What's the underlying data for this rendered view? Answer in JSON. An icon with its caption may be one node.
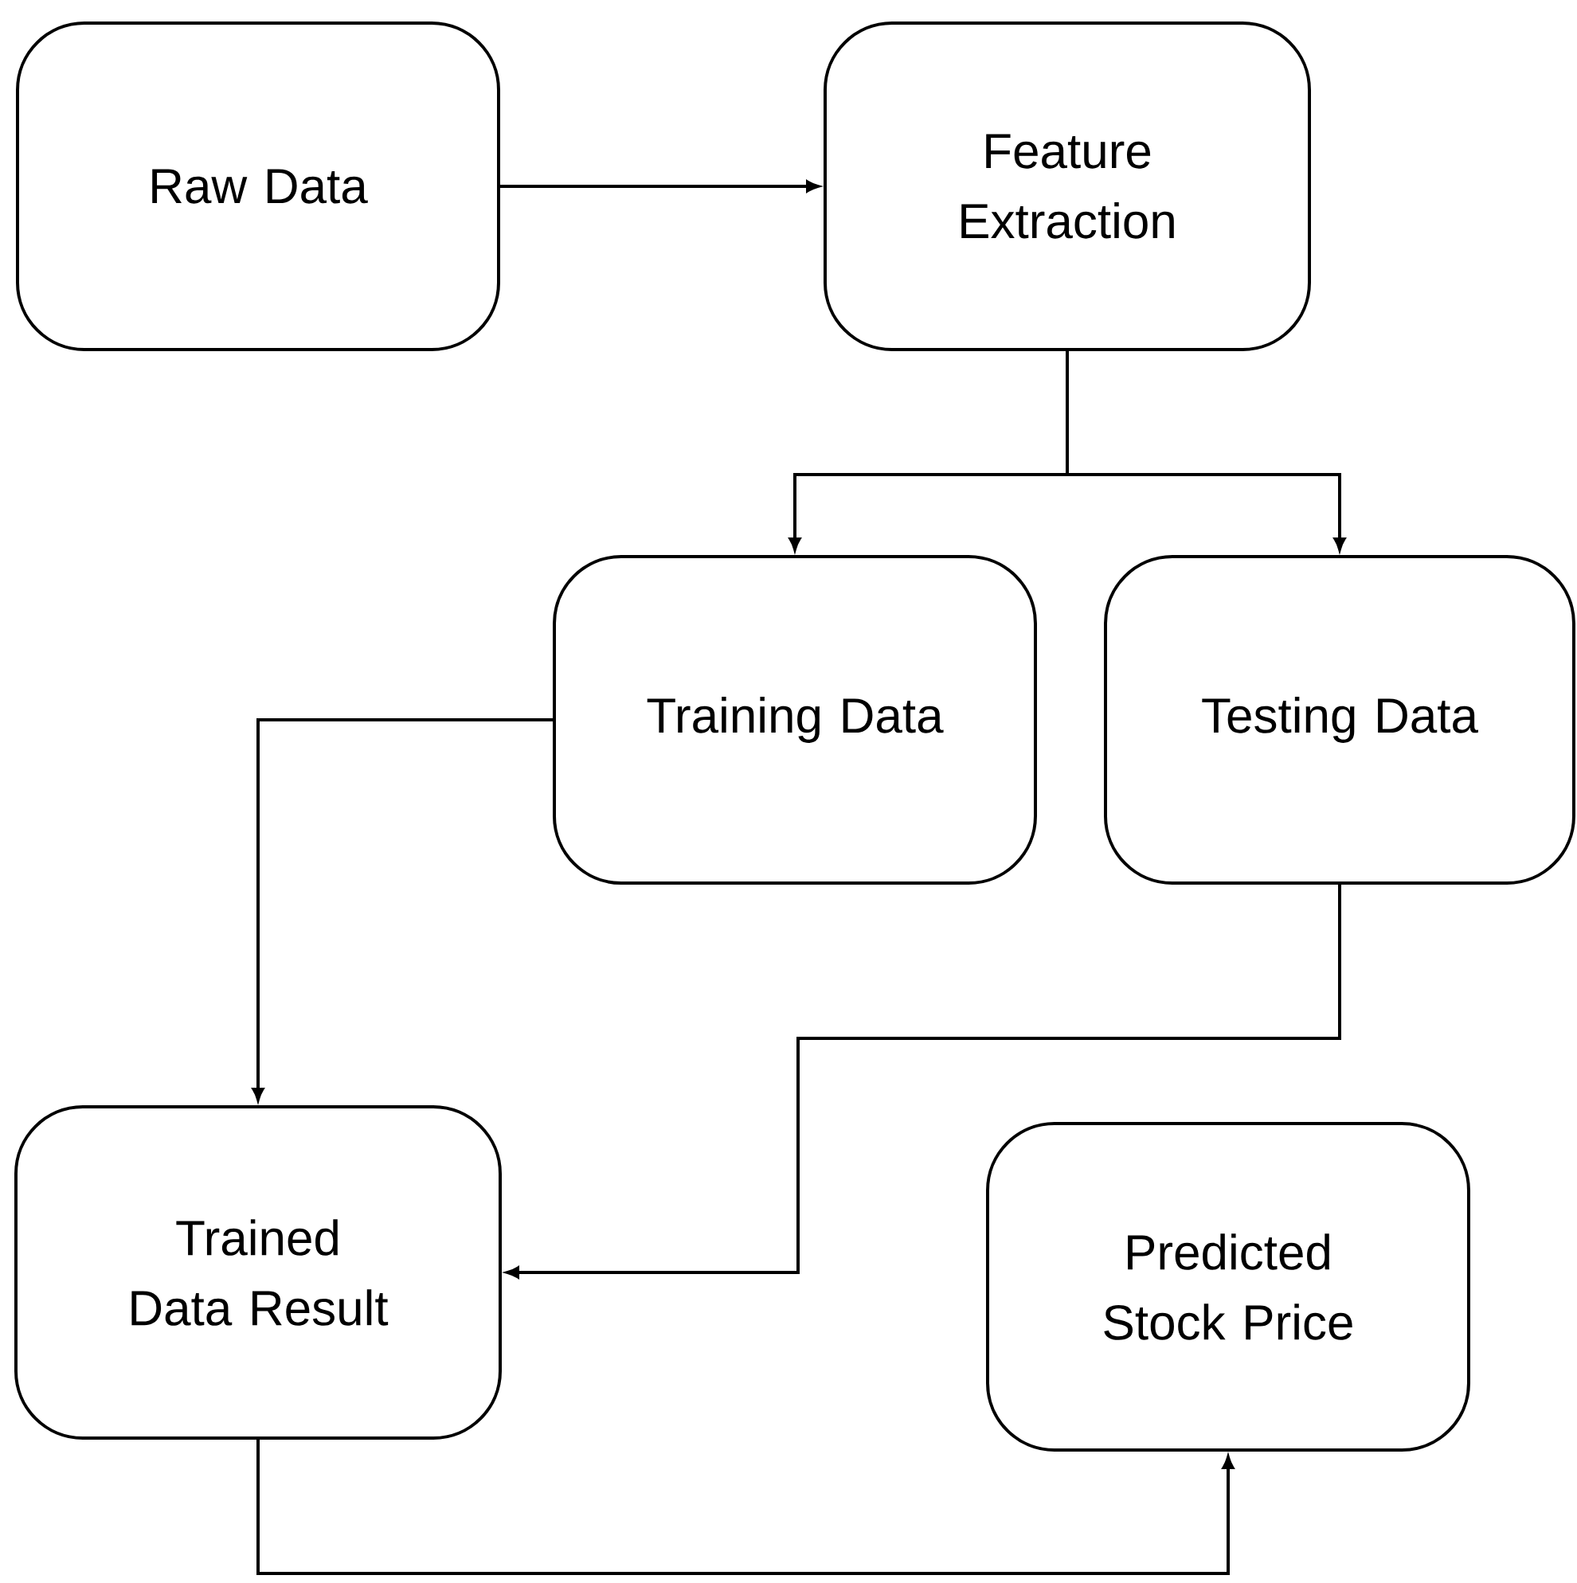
{
  "diagram": {
    "nodes": [
      {
        "text": [
          "Raw Data"
        ]
      },
      {
        "text": [
          "Feature Extraction"
        ]
      },
      {
        "text": [
          "Training Data"
        ]
      },
      {
        "text": [
          "Testing Data"
        ]
      },
      {
        "text": [
          "Trained Data Result"
        ]
      },
      {
        "text": [
          "Predicted Stock Price"
        ]
      }
    ],
    "edges": [
      {
        "from": 0,
        "to": 1,
        "arrow": "to"
      },
      {
        "from": 1,
        "to": 2,
        "arrow": "to"
      },
      {
        "from": 1,
        "to": 3,
        "arrow": "to"
      },
      {
        "from": 2,
        "to": 4,
        "arrow": "to"
      },
      {
        "from": 3,
        "to": 4,
        "arrow": "to"
      },
      {
        "from": 4,
        "to": 5,
        "arrow": "to"
      }
    ]
  }
}
